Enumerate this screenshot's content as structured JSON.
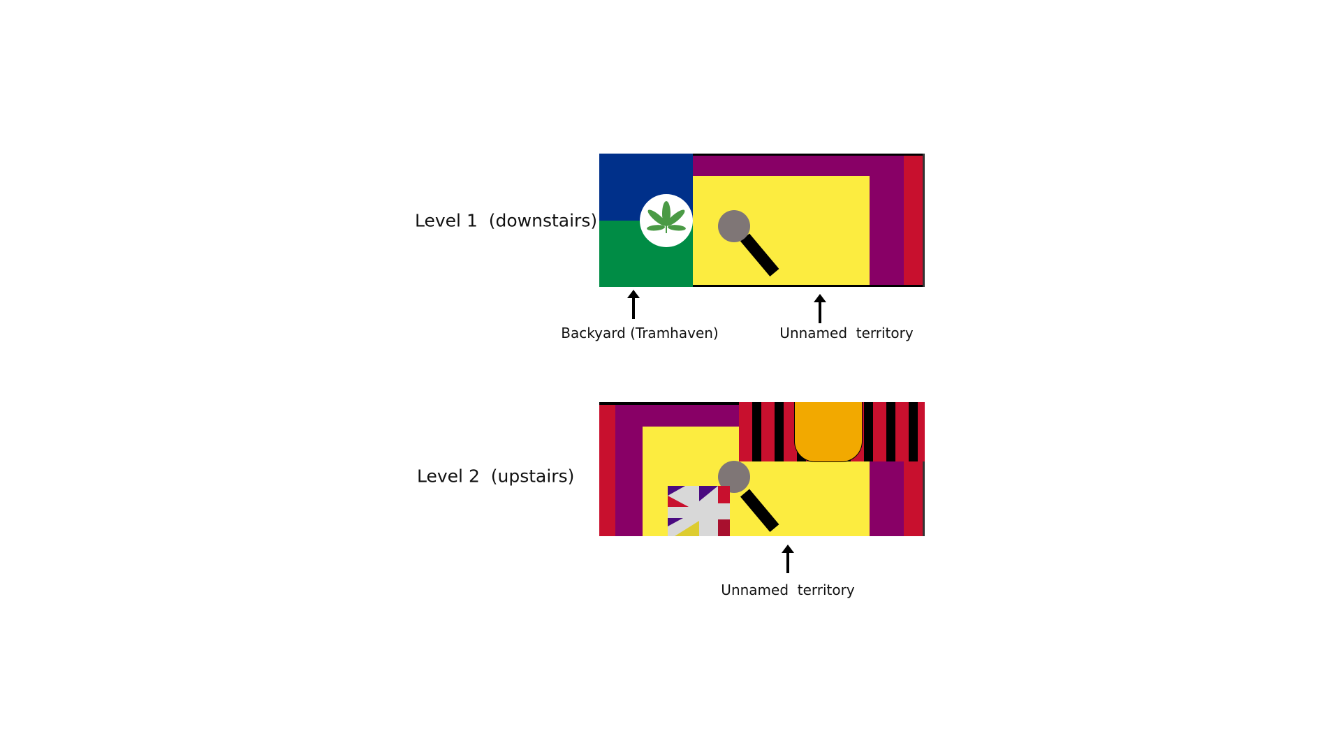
{
  "levels": [
    {
      "label": "Level 1  (downstairs)",
      "captions": [
        "Backyard (Tramhaven)",
        "Unnamed  territory"
      ]
    },
    {
      "label": "Level 2  (upstairs)",
      "captions": [
        "Unnamed  territory"
      ]
    }
  ],
  "colors": {
    "blue": "#00308a",
    "green": "#008c45",
    "purple": "#880066",
    "red": "#c8102e",
    "yellow": "#fcec40",
    "orange": "#f2a900",
    "grey": "#7f7676"
  },
  "icons": [
    "cannabis-leaf-icon",
    "magnifier-icon",
    "union-flag-icon",
    "arrow-up-icon"
  ]
}
